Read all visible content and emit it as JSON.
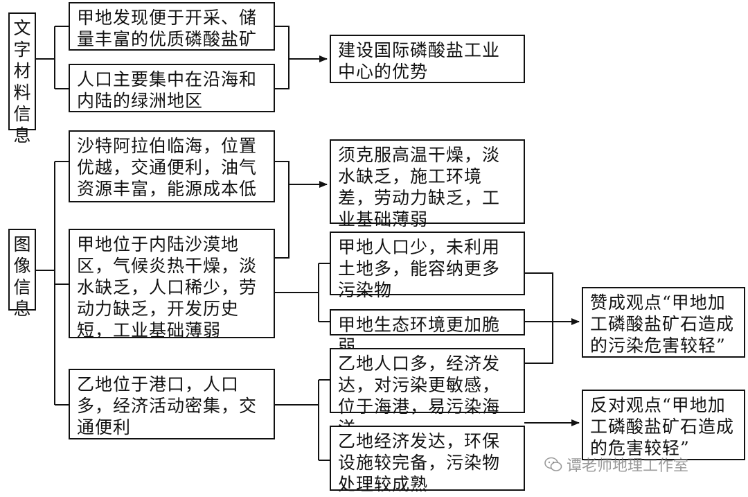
{
  "text_group": {
    "label": "文字材料信息"
  },
  "image_group": {
    "label": "图像信息"
  },
  "text_items": [
    "甲地发现便于开采、储量丰富的优质磷酸盐矿",
    "人口主要集中在沿海和内陆的绿洲地区"
  ],
  "advantage": "建设国际磷酸盐工业中心的优势",
  "image_items": [
    "沙特阿拉伯临海，位置优越，交通便利，油气资源丰富，能源成本低",
    "甲地位于内陆沙漠地区，气候炎热干燥，淡水缺乏，人口稀少，劳动力缺乏，开发历史短，工业基础薄弱",
    "乙地位于港口，人口多，经济活动密集，交通便利"
  ],
  "difficulty": "须克服高温干燥，淡水缺乏，施工环境差，劳动力缺乏，工业基础薄弱",
  "middle_items": [
    "甲地人口少，未利用土地多，能容纳更多污染物",
    "甲地生态环境更加脆弱",
    "乙地人口多，经济发达，对污染更敏感，位于海港，易污染海洋",
    "乙地经济发达，环保设施较完备，污染物处理较成熟"
  ],
  "conclusions": {
    "agree": "赞成观点“甲地加工磷酸盐矿石造成的污染危害较轻”",
    "oppose": "反对观点“甲地加工磷酸盐矿石造成的危害较轻”"
  },
  "watermark": "谭老师地理工作室"
}
